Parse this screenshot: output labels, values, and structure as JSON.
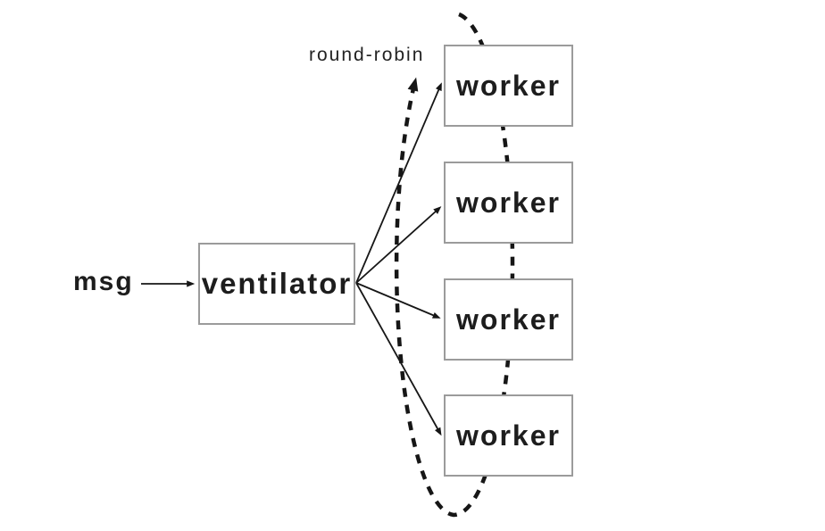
{
  "diagram": {
    "labels": {
      "msg": "msg",
      "round_robin": "round-robin"
    },
    "ventilator": {
      "label": "ventilator"
    },
    "workers": [
      {
        "label": "worker"
      },
      {
        "label": "worker"
      },
      {
        "label": "worker"
      },
      {
        "label": "worker"
      }
    ],
    "colors": {
      "background": "#ffffff",
      "box_border": "#9b9b9b",
      "box_fill": "#ffffff",
      "line": "#161616",
      "text": "#1d1d1d"
    }
  }
}
